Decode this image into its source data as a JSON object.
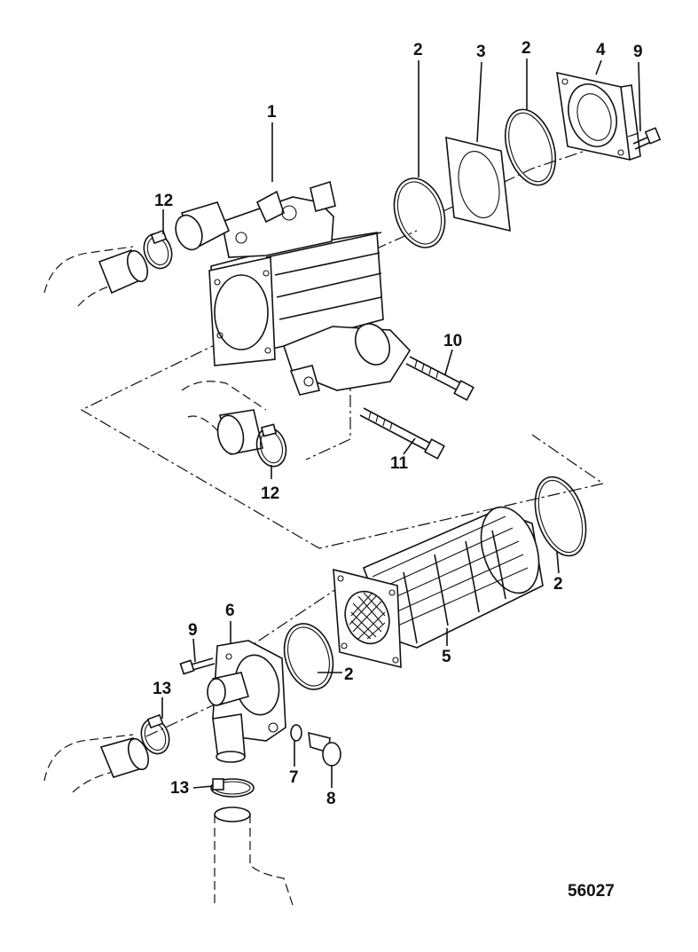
{
  "diagram": {
    "figure_number": "56027",
    "callouts": [
      {
        "id": "c1",
        "text": "1"
      },
      {
        "id": "c2a",
        "text": "2"
      },
      {
        "id": "c3",
        "text": "3"
      },
      {
        "id": "c2b",
        "text": "2"
      },
      {
        "id": "c4",
        "text": "4"
      },
      {
        "id": "c9a",
        "text": "9"
      },
      {
        "id": "c12a",
        "text": "12"
      },
      {
        "id": "c10",
        "text": "10"
      },
      {
        "id": "c11",
        "text": "11"
      },
      {
        "id": "c12b",
        "text": "12"
      },
      {
        "id": "c2c",
        "text": "2"
      },
      {
        "id": "c6",
        "text": "6"
      },
      {
        "id": "c9b",
        "text": "9"
      },
      {
        "id": "c5",
        "text": "5"
      },
      {
        "id": "c2d",
        "text": "2"
      },
      {
        "id": "c13a",
        "text": "13"
      },
      {
        "id": "c7",
        "text": "7"
      },
      {
        "id": "c8",
        "text": "8"
      },
      {
        "id": "c13b",
        "text": "13"
      }
    ]
  }
}
